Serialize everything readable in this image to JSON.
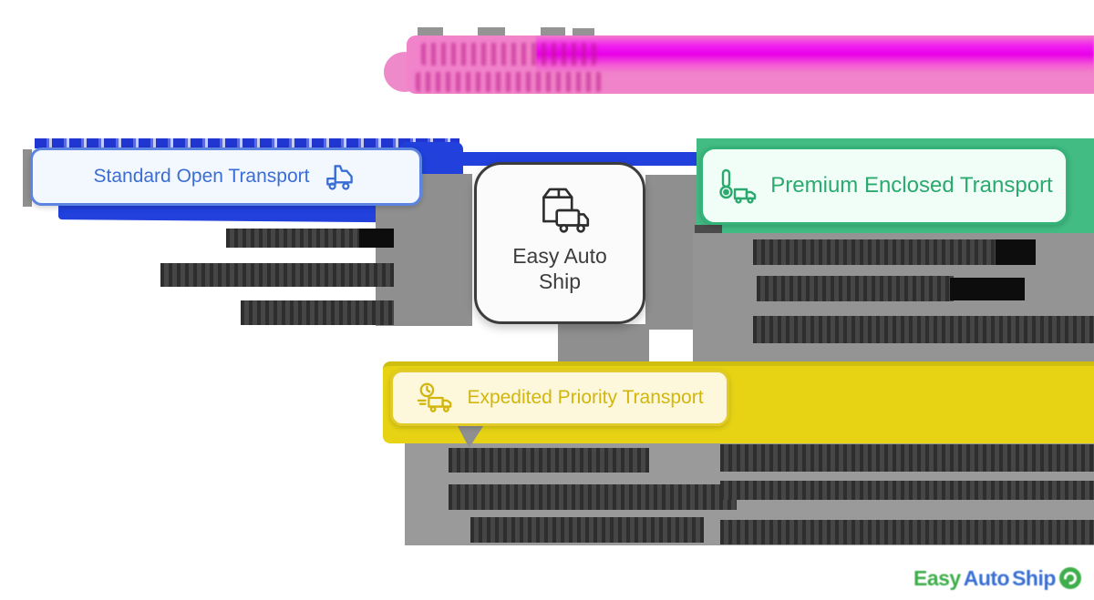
{
  "header": {
    "title_redacted": true
  },
  "diagram": {
    "center_node": {
      "line1": "Easy Auto",
      "line2": "Ship"
    },
    "standard": {
      "label": "Standard Open Transport",
      "redacted_bullet_lines": 3
    },
    "premium": {
      "label": "Premium Enclosed Transport",
      "redacted_bullet_lines": 3
    },
    "expedited": {
      "label": "Expedited Priority Transport",
      "redacted_bullet_lines": 3
    }
  },
  "footer": {
    "logo": {
      "word_easy": "Easy",
      "word_auto": "Auto",
      "word_ship": "Ship"
    }
  },
  "colors": {
    "standard_blue": "#3a6ed5",
    "premium_green": "#2aaa6f",
    "expedited_gold": "#d2b60e",
    "highlight_blue": "#2140dc",
    "highlight_green": "#42bc83",
    "highlight_yellow": "#e7d314",
    "highlight_pink": "#f183ca",
    "highlight_magenta": "#e800e8",
    "redaction_gray": "#949494",
    "redaction_dark": "#3f3f3f"
  }
}
